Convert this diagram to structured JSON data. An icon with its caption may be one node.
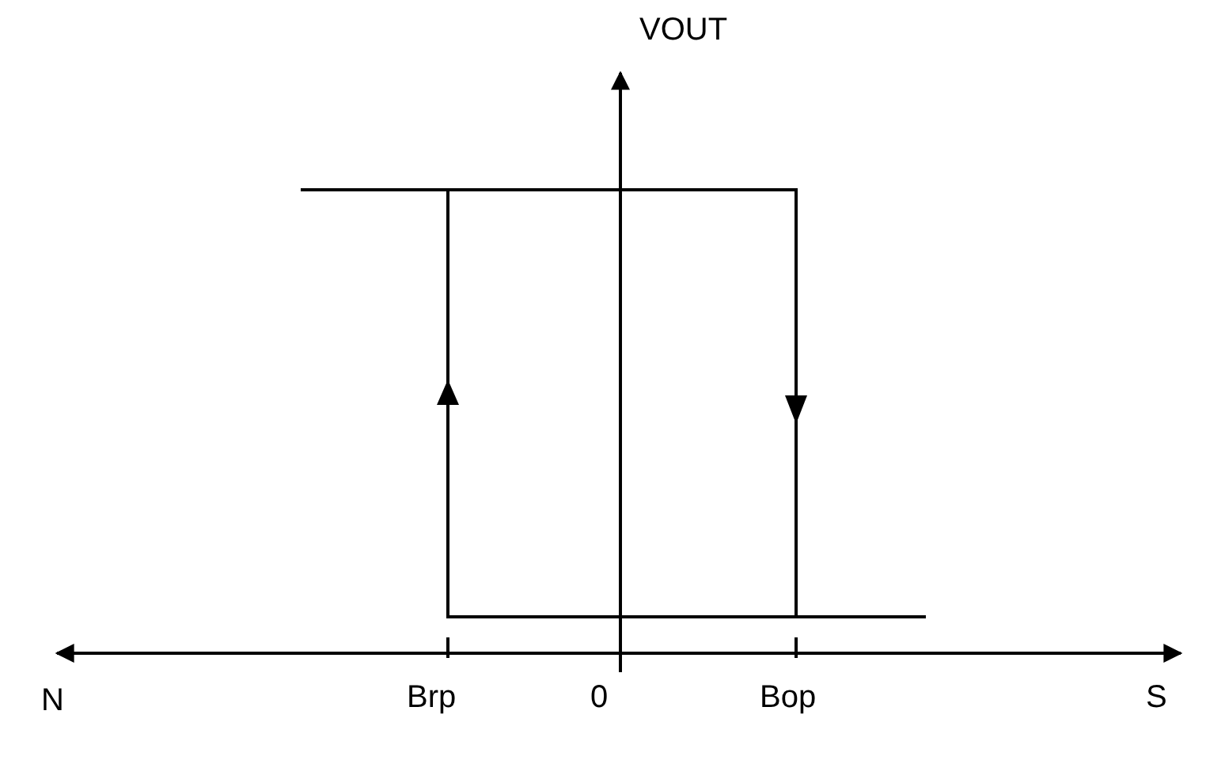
{
  "diagram": {
    "labels": [
      "VOUT",
      "N",
      "Brp",
      "0",
      "Bop",
      "S"
    ]
  }
}
